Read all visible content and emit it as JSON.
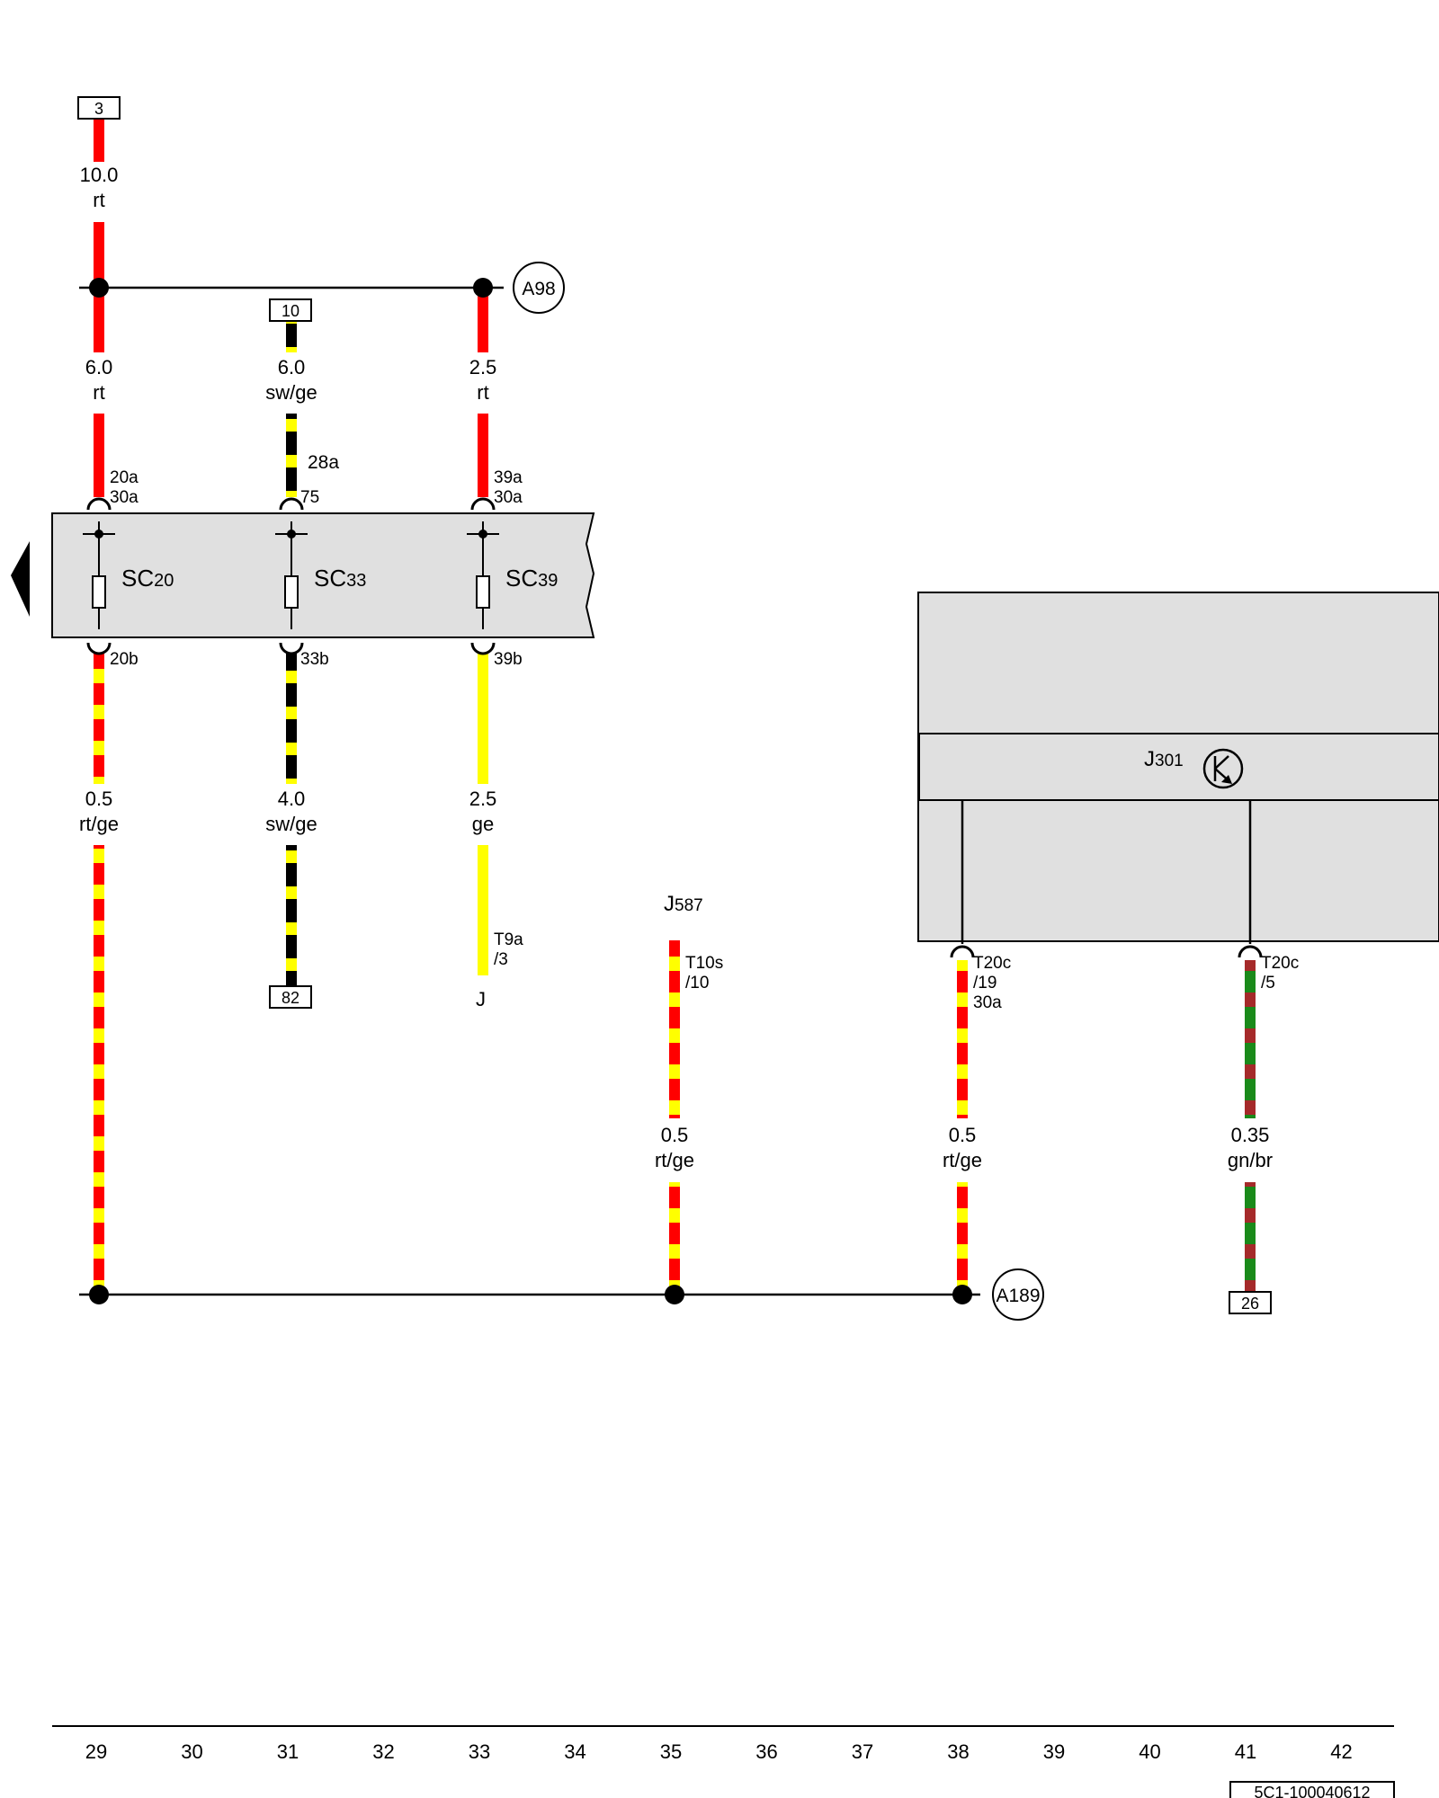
{
  "colors": {
    "red": "#ff0000",
    "yellow": "#ffff00",
    "black": "#000000",
    "green": "#1a8a1a",
    "brown": "#a52a2a",
    "panel": "#e0e0e0",
    "line": "#000000"
  },
  "ground_points": [
    "A98",
    "A189"
  ],
  "fuse_panel": {
    "fuses": [
      {
        "label": "SC",
        "num": "20",
        "top_in": "20a",
        "top_term": "30a",
        "bottom_out": "20b"
      },
      {
        "label": "SC",
        "num": "33",
        "top_in": "28a",
        "top_term": "75",
        "bottom_out": "33b"
      },
      {
        "label": "SC",
        "num": "39",
        "top_in": "39a",
        "top_term": "30a",
        "bottom_out": "39b"
      }
    ]
  },
  "module": {
    "label": "J",
    "num": "301",
    "icon": "transistor-icon"
  },
  "component_j587": {
    "label": "J",
    "num": "587"
  },
  "refs": [
    "3",
    "10",
    "82",
    "26"
  ],
  "wires": [
    {
      "size": "10.0",
      "color": "rt"
    },
    {
      "size": "6.0",
      "color": "rt"
    },
    {
      "size": "6.0",
      "color": "sw/ge"
    },
    {
      "size": "2.5",
      "color": "rt"
    },
    {
      "size": "0.5",
      "color": "rt/ge"
    },
    {
      "size": "4.0",
      "color": "sw/ge"
    },
    {
      "size": "2.5",
      "color": "ge"
    },
    {
      "size": "0.5",
      "color": "rt/ge"
    },
    {
      "size": "0.5",
      "color": "rt/ge"
    },
    {
      "size": "0.35",
      "color": "gn/br"
    }
  ],
  "connectors": [
    {
      "line1": "T9a",
      "line2": "/3"
    },
    {
      "line1": "T10s",
      "line2": "/10"
    },
    {
      "line1": "T20c",
      "line2": "/19",
      "line3": "30a"
    },
    {
      "line1": "T20c",
      "line2": "/5"
    }
  ],
  "j_ref": "J",
  "page_columns": [
    "29",
    "30",
    "31",
    "32",
    "33",
    "34",
    "35",
    "36",
    "37",
    "38",
    "39",
    "40",
    "41",
    "42"
  ],
  "drawing_code": "5C1-100040612"
}
